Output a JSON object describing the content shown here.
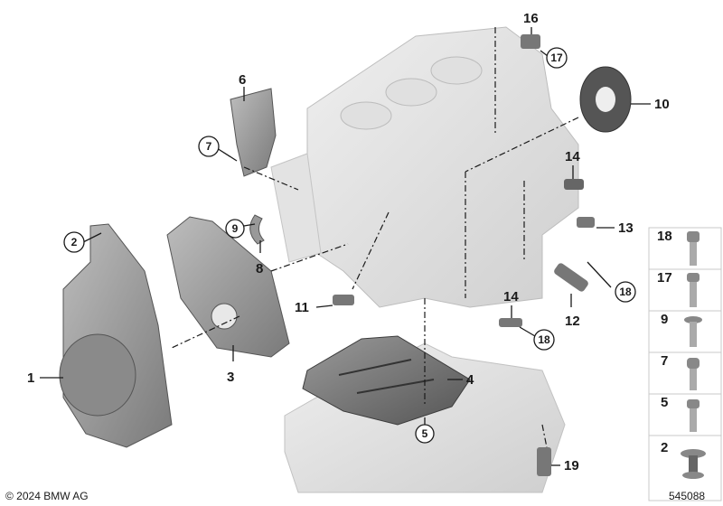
{
  "callouts": {
    "c1": "1",
    "c2": "2",
    "c3": "3",
    "c4": "4",
    "c5": "5",
    "c6": "6",
    "c7": "7",
    "c8": "8",
    "c9": "9",
    "c10": "10",
    "c11": "11",
    "c12": "12",
    "c13": "13",
    "c14a": "14",
    "c14b": "14",
    "c16": "16",
    "c17": "17",
    "c18a": "18",
    "c18b": "18",
    "c19": "19"
  },
  "legend": [
    "18",
    "17",
    "9",
    "7",
    "5",
    "2"
  ],
  "footer": {
    "copyright": "© 2024 BMW AG",
    "diagram_id": "545088"
  }
}
